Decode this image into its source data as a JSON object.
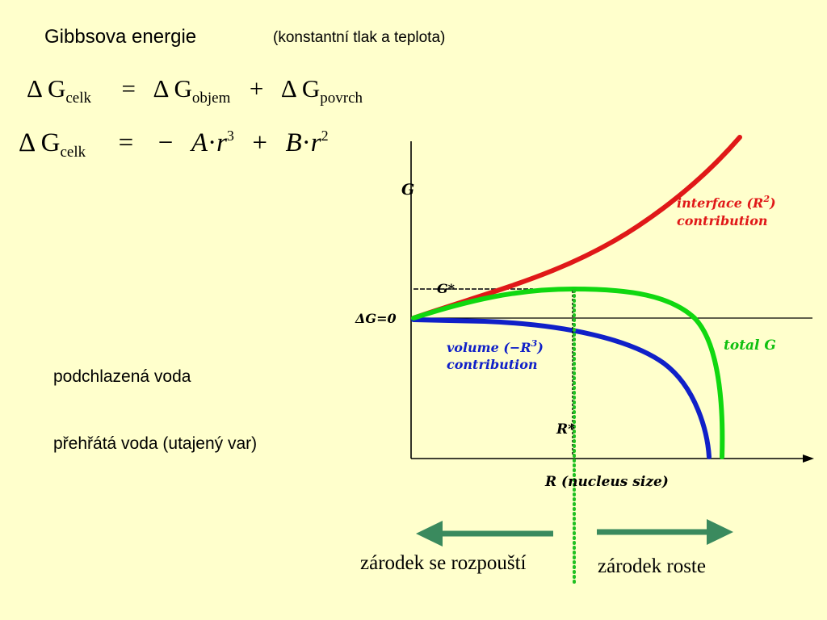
{
  "slide": {
    "title": "Gibbsova energie",
    "subtitle": "(konstantní tlak a teplota)"
  },
  "equation1": {
    "delta": "Δ",
    "lhs_symbol": "G",
    "lhs_sub": "celk",
    "equals": "=",
    "term1_symbol": "G",
    "term1_sub": "objem",
    "plus": "+",
    "term2_symbol": "G",
    "term2_sub": "povrch"
  },
  "equation2": {
    "delta": "Δ",
    "lhs_symbol": "G",
    "lhs_sub": "celk",
    "equals": "=",
    "minus": "−",
    "coef_a": "A",
    "dot": "·",
    "var_r": "r",
    "exp_a": "3",
    "plus": "+",
    "coef_b": "B",
    "exp_b": "2"
  },
  "notes": {
    "supercooled": "podchlazená voda",
    "superheated": "přehřátá voda (utajený var)"
  },
  "chart_labels": {
    "y_axis": "G",
    "zero_line": "ΔG=0",
    "max_energy": "G*",
    "critical_radius": "R*",
    "x_axis": "R (nucleus size)",
    "interface_line1": "interface (R",
    "interface_exp": "2",
    "interface_close": ")",
    "interface_line2": "contribution",
    "volume_line1": "volume (−R",
    "volume_exp": "3",
    "volume_close": ")",
    "volume_line2": "contribution",
    "total": "total G"
  },
  "arrows": {
    "left_label": "zárodek se rozpouští",
    "right_label": "zárodek roste"
  },
  "colors": {
    "background": "#ffffcc",
    "interface_curve": "#e01818",
    "volume_curve": "#1020c8",
    "total_curve": "#10d810",
    "arrow": "#3a8a5e",
    "critical_dotted": "#20c020"
  }
}
